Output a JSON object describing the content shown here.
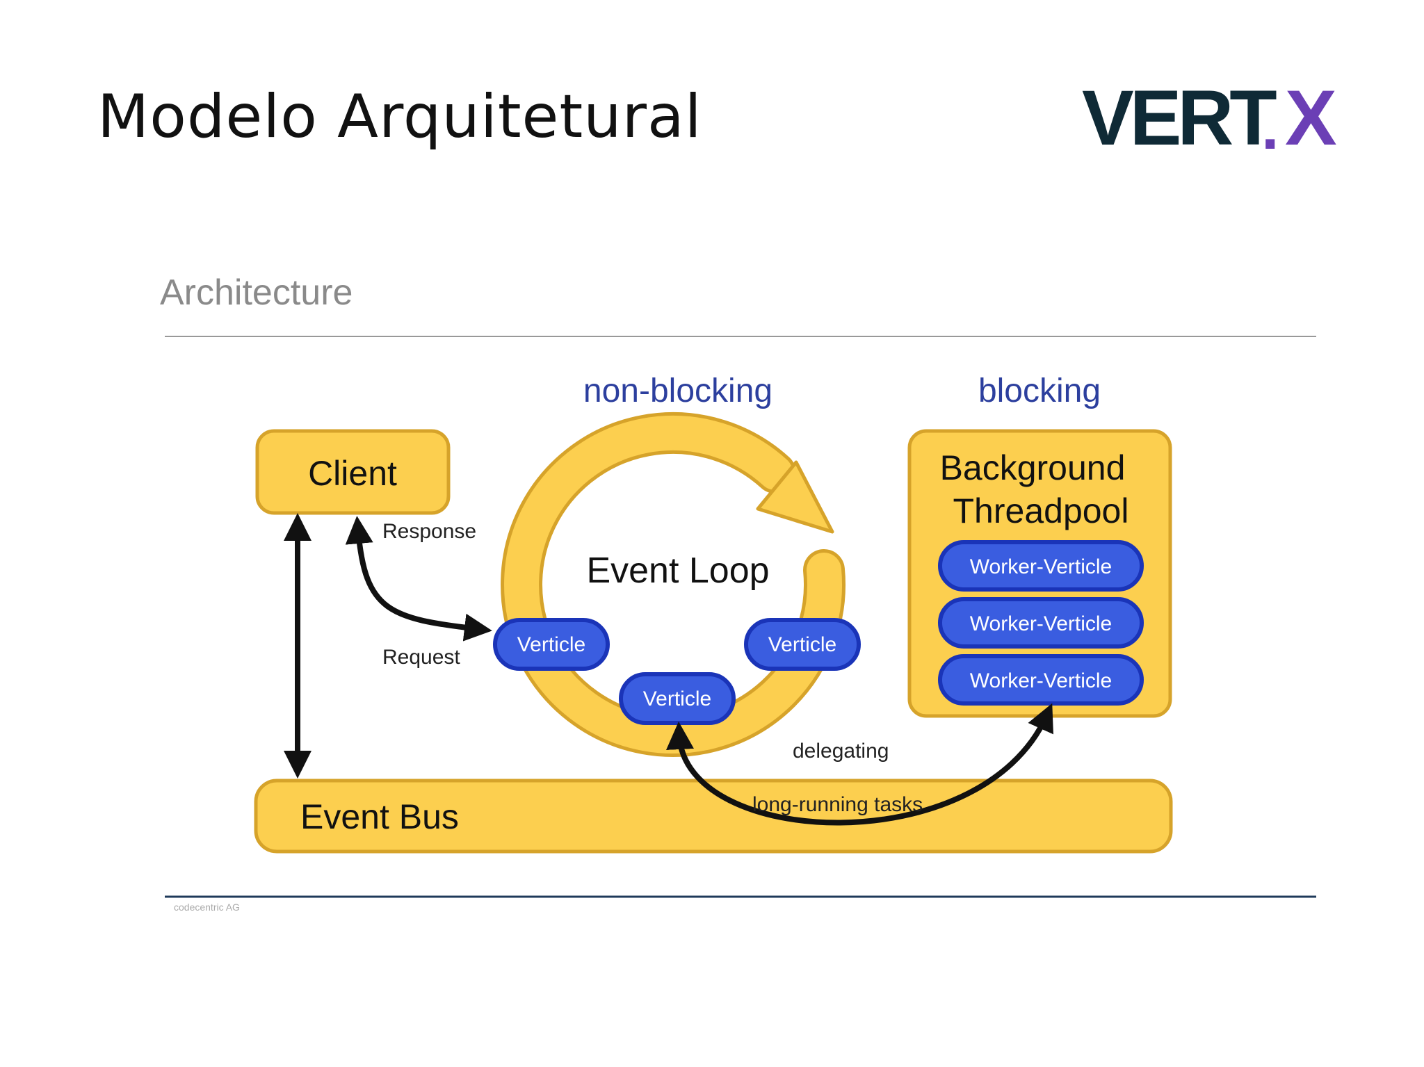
{
  "slide": {
    "title": "Modelo Arquitetural"
  },
  "logo": {
    "text_main": "VERT",
    "text_dot": ".",
    "text_x": "X"
  },
  "diagram": {
    "heading": "Architecture",
    "labels": {
      "non_blocking": "non-blocking",
      "blocking": "blocking"
    },
    "client": "Client",
    "event_loop": "Event Loop",
    "verticles": [
      "Verticle",
      "Verticle",
      "Verticle"
    ],
    "threadpool": {
      "line1": "Background",
      "line2": "Threadpool"
    },
    "workers": [
      "Worker-Verticle",
      "Worker-Verticle",
      "Worker-Verticle"
    ],
    "event_bus": "Event Bus",
    "arrows": {
      "response": "Response",
      "request": "Request",
      "delegating": "delegating",
      "long_running": "long-running tasks"
    },
    "footer": "codecentric AG"
  },
  "colors": {
    "box_fill": "#fccf4f",
    "box_stroke": "#d6a32a",
    "pill_fill": "#3a5de0",
    "pill_stroke": "#1a34b8",
    "header_blue": "#2c3f9e",
    "logo_dark": "#0f2a36",
    "logo_purple": "#6b3fb5"
  }
}
